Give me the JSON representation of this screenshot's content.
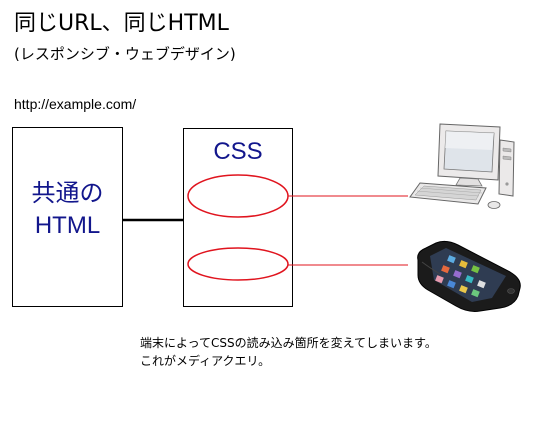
{
  "header": {
    "title": "同じURL、同じHTML",
    "subtitle": "(レスポンシブ・ウェブデザイン)",
    "url": "http://example.com/"
  },
  "diagram": {
    "html_box_label_line1": "共通の",
    "html_box_label_line2": "HTML",
    "css_box_label": "CSS",
    "caption_line1": "端末によってCSSの読み込み箇所を変えてしまいます。",
    "caption_line2": "これがメディアクエリ。",
    "colors": {
      "label": "#12168c",
      "ellipse": "#e0141e",
      "connector": "#000000"
    },
    "devices": [
      "desktop-computer",
      "smartphone"
    ]
  }
}
